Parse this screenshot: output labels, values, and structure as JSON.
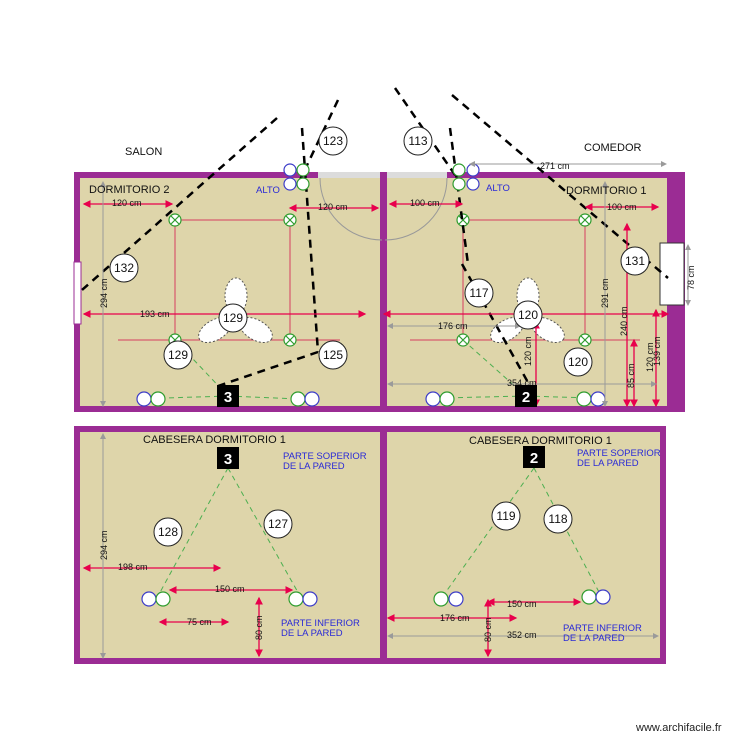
{
  "labels": {
    "salon": "SALON",
    "comedor": "COMEDOR",
    "dormitorio2": "DORMITORIO 2",
    "dormitorio1": "DORMITORIO 1",
    "alto_left": "ALTO",
    "alto_right": "ALTO",
    "cabesera_left": "CABESERA DORMITORIO 1",
    "cabesera_right": "CABESERA DORMITORIO 1",
    "parte_sup_left_1": "PARTE SOPERIOR",
    "parte_sup_left_2": "DE LA PARED",
    "parte_sup_right_1": "PARTE SOPERIOR",
    "parte_sup_right_2": "DE LA PARED",
    "parte_inf_left_1": "PARTE INFERIOR",
    "parte_inf_left_2": "DE LA PARED",
    "parte_inf_right_1": "PARTE INFERIOR",
    "parte_inf_right_2": "DE LA PARED",
    "watermark": "www.archifacile.fr"
  },
  "circuits": {
    "c123": "123",
    "c113": "113",
    "c132": "132",
    "c131": "131",
    "c129a": "129",
    "c129b": "129",
    "c125": "125",
    "c117": "117",
    "c120a": "120",
    "c120b": "120",
    "c128": "128",
    "c127": "127",
    "c119": "119",
    "c118": "118"
  },
  "markers": {
    "m3_top": "3",
    "m2_top": "2",
    "m3_bottom": "3",
    "m2_bottom": "2"
  },
  "dims": {
    "d271": "271 cm",
    "d120a": "120 cm",
    "d120b": "120 cm",
    "d100a": "100 cm",
    "d100b": "100 cm",
    "d294a": "294 cm",
    "d193": "193 cm",
    "d291": "291 cm",
    "d78": "78 cm",
    "d176a": "176 cm",
    "d240": "240 cm",
    "d120v": "120 cm",
    "d120v2": "120 cm",
    "d139": "139 cm",
    "d85": "85 cm",
    "d354": "354 cm",
    "d294b": "294 cm",
    "d198": "198 cm",
    "d150a": "150 cm",
    "d75": "75 cm",
    "d80a": "80 cm",
    "d176b": "176 cm",
    "d150b": "150 cm",
    "d80b": "80 cm",
    "d352": "352 cm"
  },
  "colors": {
    "wall": "#9b2c94",
    "floor": "#ded5aa",
    "dimension": "#e8004c",
    "dashed_guide": "#000000",
    "annotation_blue": "#2a2ad6",
    "socket_green": "#2e9c2e"
  }
}
